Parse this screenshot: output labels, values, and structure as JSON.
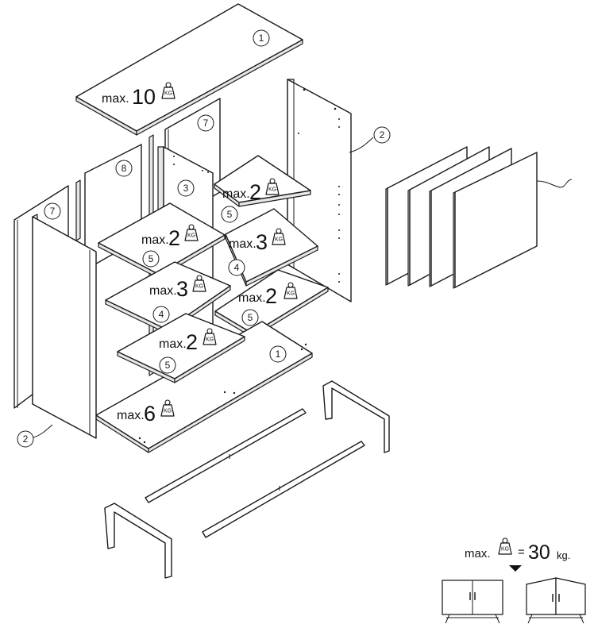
{
  "part_labels": {
    "top_panel": "1",
    "bottom_panel": "1",
    "side_panel_right": "2",
    "side_panel_left": "2",
    "middle_divider": "3",
    "shelf_left_top": "5",
    "shelf_left_mid": "4",
    "shelf_left_low": "5",
    "shelf_right_top": "5",
    "shelf_right_mid": "4",
    "shelf_right_low": "5",
    "back_panel_right": "7",
    "back_panel_left": "7",
    "back_panel_middle": "8"
  },
  "load_labels": {
    "max_prefix": "max.",
    "kg_icon_text": "KG",
    "top": "10",
    "shelf_right_top": "2",
    "shelf_left_top": "2",
    "shelf_right_mid": "3",
    "shelf_left_mid": "3",
    "shelf_right_low": "2",
    "shelf_left_low": "2",
    "bottom": "6"
  },
  "total_load": {
    "prefix": "max.",
    "equals": "=",
    "value": "30",
    "unit": "kg."
  },
  "icons": [
    "kg-weight-icon",
    "arrow-down-icon",
    "cabinet-icon"
  ]
}
